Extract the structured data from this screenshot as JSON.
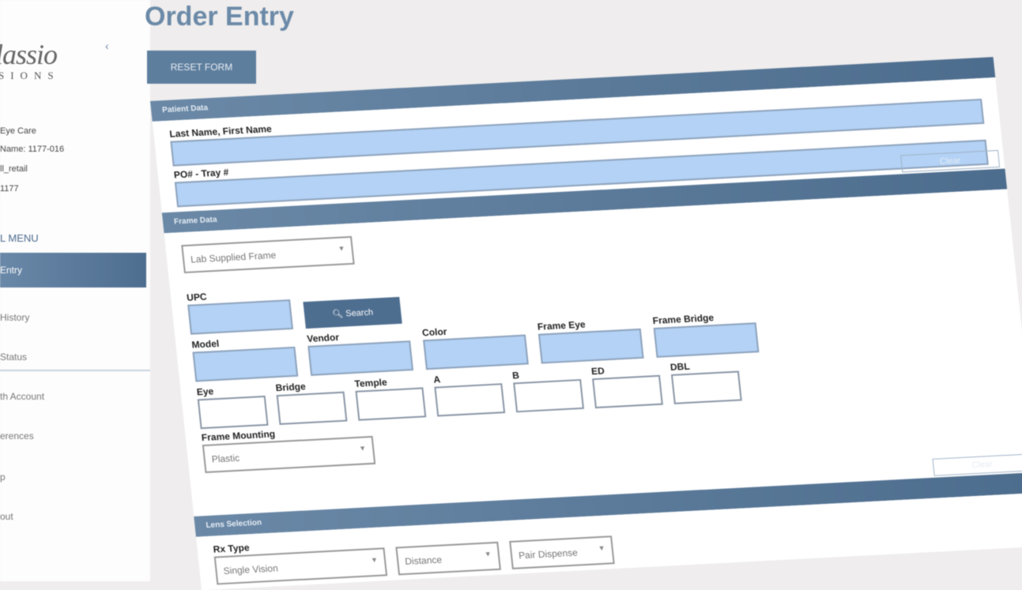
{
  "sidebar": {
    "logo_script": "lassio",
    "logo_caps": "SIONS",
    "collapse_icon": "chevron-left-icon",
    "info": [
      "Eye Care",
      "Name: 1177-016",
      "ll_retail",
      "1177"
    ],
    "menu_title": "L MENU",
    "items": [
      {
        "label": "Entry"
      },
      {
        "label": "History"
      },
      {
        "label": "Status"
      },
      {
        "label": "th Account"
      },
      {
        "label": "erences"
      },
      {
        "label": "p"
      },
      {
        "label": "out"
      }
    ]
  },
  "page": {
    "title": "Order Entry",
    "reset_label": "RESET FORM"
  },
  "patient": {
    "header": "Patient Data",
    "name_label": "Last Name, First Name",
    "name_value": "",
    "po_label": "PO# - Tray #",
    "po_value": "",
    "clear": "Clear"
  },
  "frame": {
    "header": "Frame Data",
    "supply": "Lab Supplied Frame",
    "upc_label": "UPC",
    "search_label": "Search",
    "row1": [
      "Model",
      "Vendor",
      "Color",
      "Frame Eye",
      "Frame Bridge"
    ],
    "row2": [
      "Eye",
      "Bridge",
      "Temple",
      "A",
      "B",
      "ED",
      "DBL"
    ],
    "mounting_label": "Frame Mounting",
    "mounting": "Plastic",
    "clear": "Clear"
  },
  "lens": {
    "header": "Lens Selection",
    "rx_label": "Rx Type",
    "rx": "Single Vision",
    "distance": "Distance",
    "dispense": "Pair Dispense"
  },
  "colors": {
    "accent": "#5e7e9e",
    "input": "#b3d2f5"
  }
}
